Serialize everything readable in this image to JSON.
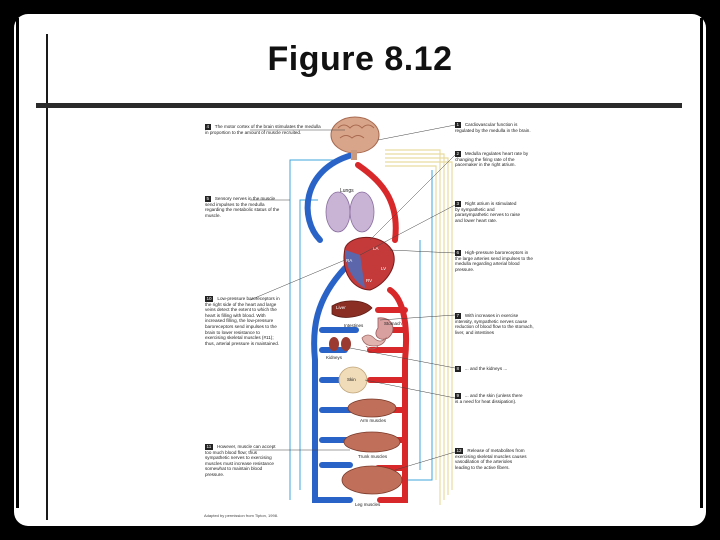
{
  "slide": {
    "title": "Figure 8.12"
  },
  "colors": {
    "artery": "#d8282a",
    "vein": "#2a63c8",
    "lymph": "#3fa6d8",
    "nerve": "#e8dca0",
    "muscle": "#b86a55"
  },
  "organs": {
    "lungs": "Lungs",
    "ra": "RA",
    "la": "LA",
    "rv": "RV",
    "lv": "LV",
    "liver": "Liver",
    "intestines": "Intestines",
    "stomach": "Stomach",
    "kidneys": "Kidneys",
    "skin": "Skin",
    "arm_muscles": "Arm muscles",
    "trunk_muscles": "Trunk muscles",
    "leg_muscles": "Leg muscles"
  },
  "left_notes": [
    {
      "num": "4",
      "text": "The motor cortex of the brain stimulates the medulla in proportion to the amount of muscle recruited."
    },
    {
      "num": "5",
      "text": "Sensory nerves in the muscle send impulses to the medulla regarding the metabolic status of the muscle."
    },
    {
      "num": "10",
      "text": "Low-pressure baroreceptors in the right side of the heart and large veins detect the extent to which the heart is filling with blood. With increased filling, the low-pressure baroreceptors send impulses to the brain to lower resistance to exercising skeletal muscles (#11); thus, arterial pressure is maintained."
    },
    {
      "num": "11",
      "text": "However, muscle can accept too much blood flow; thus sympathetic nerves to exercising muscles must increase resistance somewhat to maintain blood pressure."
    }
  ],
  "right_notes": [
    {
      "num": "1",
      "text": "Cardiovascular function is regulated by the medulla in the brain."
    },
    {
      "num": "2",
      "text": "Medulla regulates heart rate by changing the firing rate of the pacemaker in the right atrium."
    },
    {
      "num": "3",
      "text": "Right atrium is stimulated by sympathetic and parasympathetic nerves to raise and lower heart rate."
    },
    {
      "num": "6",
      "text": "High-pressure baroreceptors in the large arteries send impulses to the medulla regarding arterial blood pressure."
    },
    {
      "num": "7",
      "text": "With increases in exercise intensity, sympathetic nerves cause reduction of blood flow to the stomach, liver, and intestines"
    },
    {
      "num": "8",
      "text": "... and the kidneys ..."
    },
    {
      "num": "9",
      "text": "... and the skin (unless there is a need for heat dissipation)."
    },
    {
      "num": "12",
      "text": "Release of metabolites from exercising skeletal muscles causes vasodilation of the arterioles leading to the active fibers."
    }
  ],
  "credit": "Adapted by permission from Tipton, 1998."
}
